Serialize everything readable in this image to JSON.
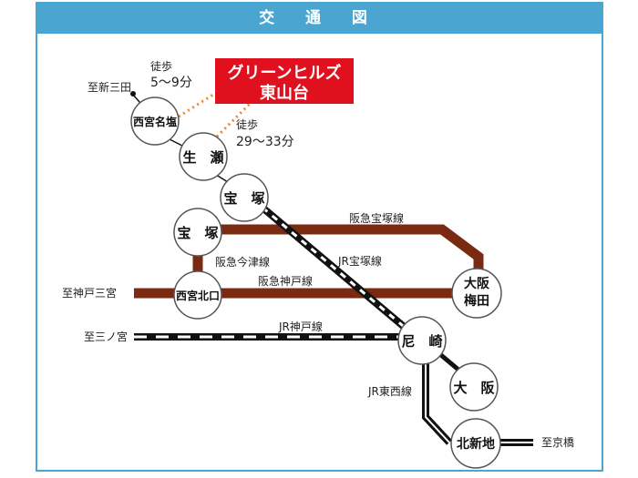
{
  "header": {
    "title": "交 通 図"
  },
  "destination": {
    "line1": "グリーンヒルズ",
    "line2": "東山台"
  },
  "stations": {
    "nishinomiya_najio": "西宮名塩",
    "namase": "生　瀬",
    "takarazuka_jr": "宝　塚",
    "takarazuka_hankyu": "宝　塚",
    "nishinomiya_kitaguchi": "西宮北口",
    "osaka_umeda_1": "大阪",
    "osaka_umeda_2": "梅田",
    "amagasaki": "尼　崎",
    "osaka": "大　阪",
    "kitashinchi": "北新地"
  },
  "lines": {
    "hankyu_takarazuka": "阪急宝塚線",
    "hankyu_imazu": "阪急今津線",
    "hankyu_kobe": "阪急神戸線",
    "jr_takarazuka": "JR宝塚線",
    "jr_kobe": "JR神戸線",
    "jr_tozai": "JR東西線"
  },
  "directions": {
    "to_shinsanda": "至新三田",
    "to_kobe_sannomiya": "至神戸三宮",
    "to_sannomiya": "至三ノ宮",
    "to_kyobashi": "至京橋"
  },
  "walk": {
    "walk1_label": "徒歩",
    "walk1_time": "5〜9分",
    "walk2_label": "徒歩",
    "walk2_time": "29〜33分"
  },
  "colors": {
    "header": "#4aa6d1",
    "hankyu": "#7a2a10",
    "banner": "#e0101e",
    "dotted": "#f0872a"
  }
}
